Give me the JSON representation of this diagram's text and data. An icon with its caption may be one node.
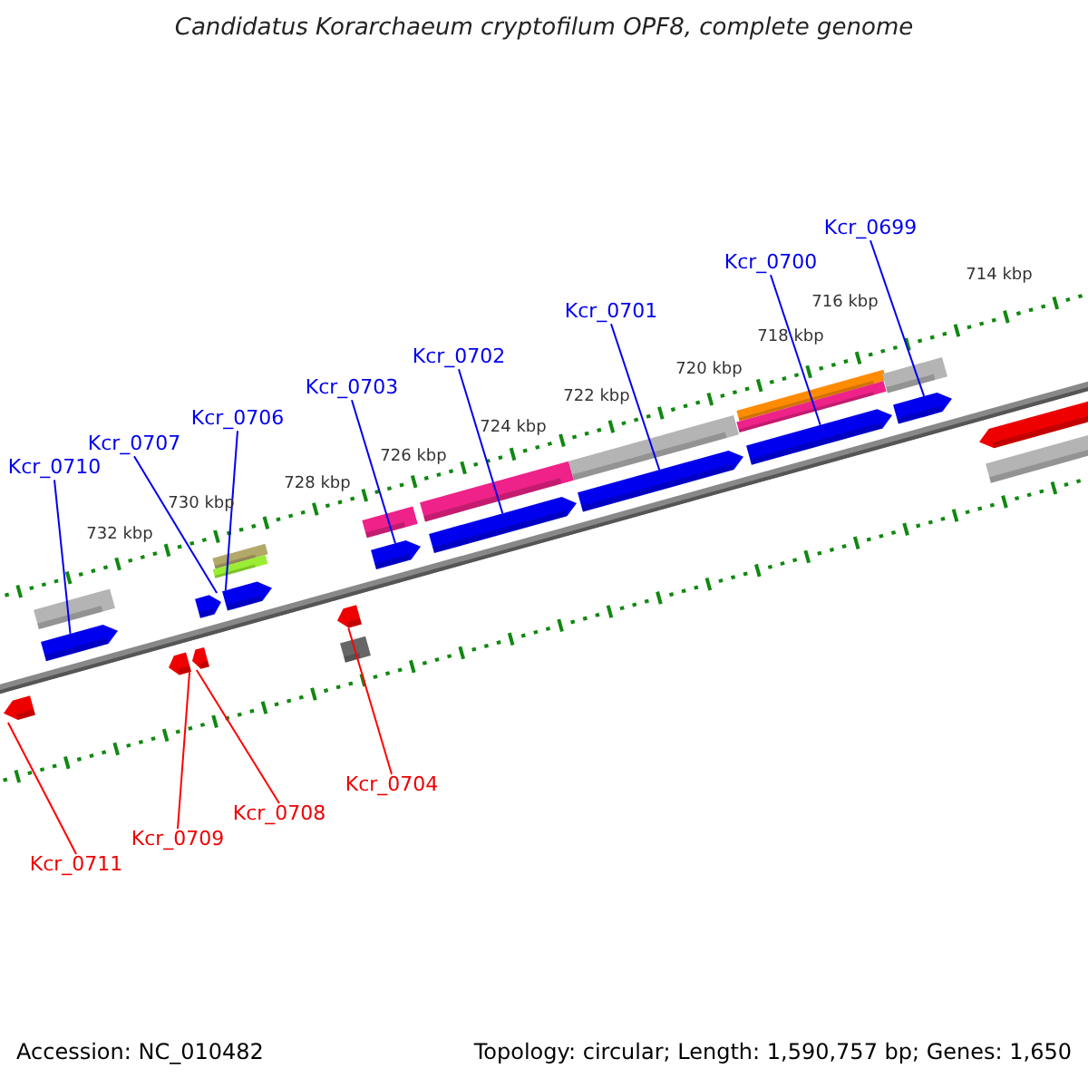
{
  "diagram": {
    "title": "Candidatus Korarchaeum cryptofilum OPF8, complete genome",
    "nodes": [
      {
        "text": [
          "Kcr_0710"
        ]
      },
      {
        "text": [
          "Kcr_0707"
        ]
      },
      {
        "text": [
          "Kcr_0706"
        ]
      },
      {
        "text": [
          "Kcr_0703"
        ]
      },
      {
        "text": [
          "Kcr_0702"
        ]
      },
      {
        "text": [
          "Kcr_0701"
        ]
      },
      {
        "text": [
          "Kcr_0700"
        ]
      },
      {
        "text": [
          "Kcr_0699"
        ]
      },
      {
        "text": [
          "Kcr_0704"
        ]
      },
      {
        "text": [
          "Kcr_0708"
        ]
      },
      {
        "text": [
          "Kcr_0709"
        ]
      },
      {
        "text": [
          "Kcr_0711"
        ]
      },
      {
        "text": [],
        "shape": "bar"
      },
      {
        "text": [],
        "shape": "bar"
      },
      {
        "text": [],
        "shape": "bar"
      },
      {
        "text": [],
        "shape": "bar"
      },
      {
        "text": [],
        "shape": "bar"
      },
      {
        "text": [],
        "shape": "bar"
      },
      {
        "text": [],
        "shape": "bar"
      },
      {
        "text": [],
        "shape": "bar"
      },
      {
        "text": [],
        "shape": "bar"
      },
      {
        "text": [],
        "shape": "bar"
      },
      {
        "text": [],
        "shape": "bar"
      },
      {
        "text": [],
        "shape": "bar"
      }
    ],
    "edges": [
      {
        "from": 0,
        "to": 13,
        "arrow": "none"
      },
      {
        "from": 1,
        "to": 16,
        "arrow": "none"
      },
      {
        "from": 2,
        "to": 17,
        "arrow": "none"
      },
      {
        "from": 3,
        "to": 19,
        "arrow": "none"
      },
      {
        "from": 4,
        "to": 20,
        "arrow": "none"
      },
      {
        "from": 5,
        "to": 21,
        "arrow": "none"
      },
      {
        "from": 6,
        "to": 22,
        "arrow": "none"
      },
      {
        "from": 7,
        "to": 23,
        "arrow": "none"
      },
      {
        "from": 8,
        "to": 18,
        "arrow": "none",
        "color": "#ff0000"
      },
      {
        "from": 9,
        "to": 15,
        "arrow": "none",
        "color": "#ff0000"
      },
      {
        "from": 10,
        "to": 14,
        "arrow": "none",
        "color": "#ff0000"
      },
      {
        "from": 11,
        "to": 12,
        "arrow": "none",
        "color": "#ff0000"
      }
    ],
    "labels": [
      "714 kbp",
      "716 kbp",
      "718 kbp",
      "720 kbp",
      "722 kbp",
      "724 kbp",
      "726 kbp",
      "728 kbp",
      "730 kbp",
      "732 kbp",
      "Accession: NC_010482",
      "Topology: circular; Length: 1,590,757 bp; Genes: 1,650"
    ]
  }
}
